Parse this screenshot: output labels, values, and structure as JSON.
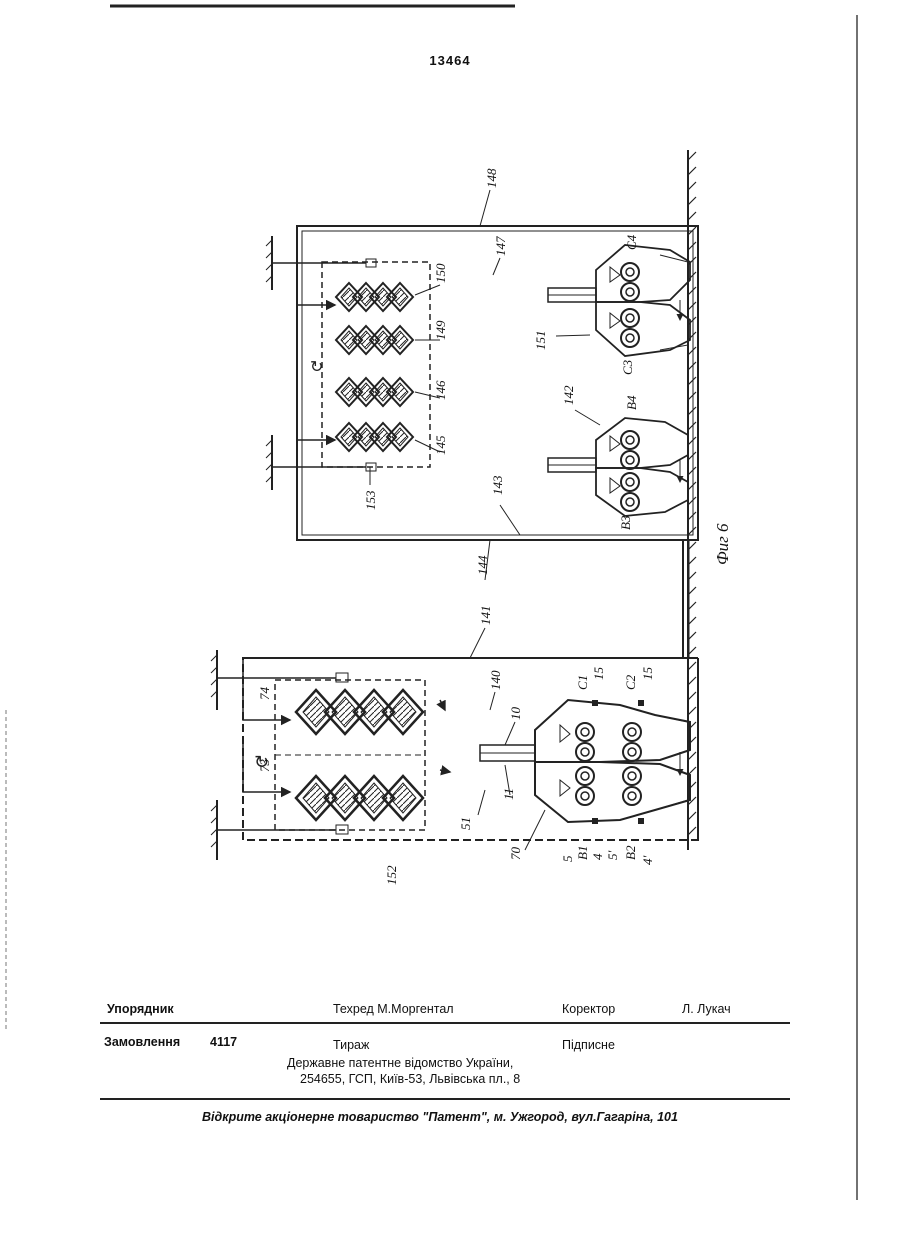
{
  "page_number": "13464",
  "figure": {
    "caption": "Фиг 6",
    "reference_numerals": {
      "r148": "148",
      "r147": "147",
      "r150": "150",
      "r149": "149",
      "r146": "146",
      "r145": "145",
      "r153": "153",
      "r151": "151",
      "r142": "142",
      "r143": "143",
      "r144": "144",
      "r141": "141",
      "r140": "140",
      "r10": "10",
      "r11": "11",
      "r51": "51",
      "r70": "70",
      "r74": "74",
      "r73": "73",
      "r152": "152",
      "r15a": "15",
      "r15b": "15",
      "r5": "5",
      "r4": "4",
      "r5p": "5'",
      "r4p": "4'",
      "c1": "C1",
      "c2": "C2",
      "c3": "C3",
      "c4": "C4",
      "b1": "B1",
      "b2": "B2",
      "b3": "B3",
      "b4": "B4"
    }
  },
  "imprint": {
    "compiler_label": "Упорядник",
    "tech_editor": "Техред М.Моргентал",
    "corrector_label": "Коректор",
    "corrector_name": "Л. Лукач",
    "order_label": "Замовлення",
    "order_number": "4117",
    "circulation_label": "Тираж",
    "subscription_label": "Підписне",
    "office_line": "Державне патентне відомство України,",
    "address_line": "254655, ГСП, Київ-53, Львівська пл., 8"
  },
  "publisher_line": "Відкрите акціонерне товариство \"Патент\", м. Ужгород, вул.Гагаріна, 101"
}
